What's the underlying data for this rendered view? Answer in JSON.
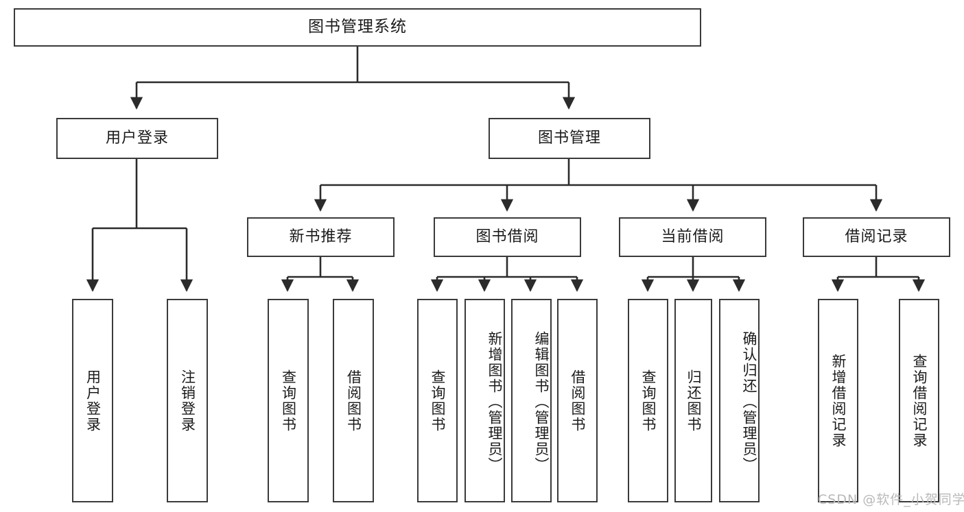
{
  "diagram": {
    "title": "图书管理系统",
    "type": "tree-hierarchy-diagram",
    "colors": {
      "box_border": "#3a3a3a",
      "box_fill": "#ffffff",
      "edge": "#2b2b2b",
      "text": "#1a1a1a",
      "watermark": "#b9b9b9",
      "background": "#ffffff"
    },
    "root": {
      "label": "图书管理系统"
    },
    "level2": [
      {
        "label": "用户登录"
      },
      {
        "label": "图书管理"
      }
    ],
    "level3": [
      {
        "label": "新书推荐"
      },
      {
        "label": "图书借阅"
      },
      {
        "label": "当前借阅"
      },
      {
        "label": "借阅记录"
      }
    ],
    "leaves": {
      "user_login": [
        {
          "label": "用户登录"
        },
        {
          "label": "注销登录"
        }
      ],
      "new_book_recommend": [
        {
          "label": "查询图书"
        },
        {
          "label": "借阅图书"
        }
      ],
      "book_borrow": [
        {
          "label": "查询图书"
        },
        {
          "label": "新增图书（管理员）"
        },
        {
          "label": "编辑图书（管理员）"
        },
        {
          "label": "借阅图书"
        }
      ],
      "current_borrow": [
        {
          "label": "查询图书"
        },
        {
          "label": "归还图书"
        },
        {
          "label": "确认归还（管理员）"
        }
      ],
      "borrow_record": [
        {
          "label": "新增借阅记录"
        },
        {
          "label": "查询借阅记录"
        }
      ]
    }
  },
  "watermark": {
    "text": "CSDN @软件_小贺同学"
  }
}
